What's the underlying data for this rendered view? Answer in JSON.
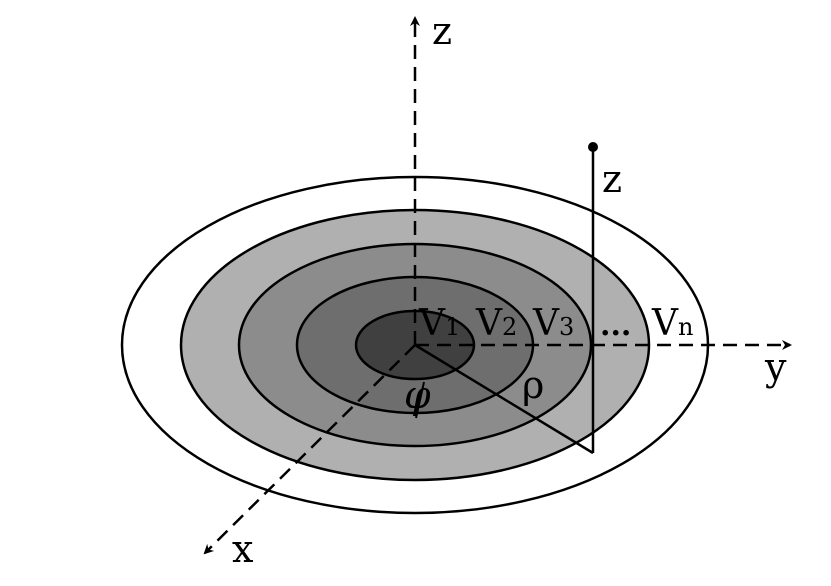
{
  "colors": {
    "outer": "#ffffff",
    "ring4": "#b0b0b0",
    "ring3": "#8c8c8c",
    "ring2": "#6e6e6e",
    "ring1": "#404040",
    "stroke": "#000000"
  },
  "labels": {
    "z_axis": "z",
    "y_axis": "y",
    "x_axis": "x",
    "point_z": "z",
    "v1": "V",
    "v1_sub": "1",
    "v2": "V",
    "v2_sub": "2",
    "v3": "V",
    "v3_sub": "3",
    "ellipsis": "...",
    "vn": "V",
    "vn_sub": "n",
    "phi": "φ",
    "rho": "ρ"
  }
}
